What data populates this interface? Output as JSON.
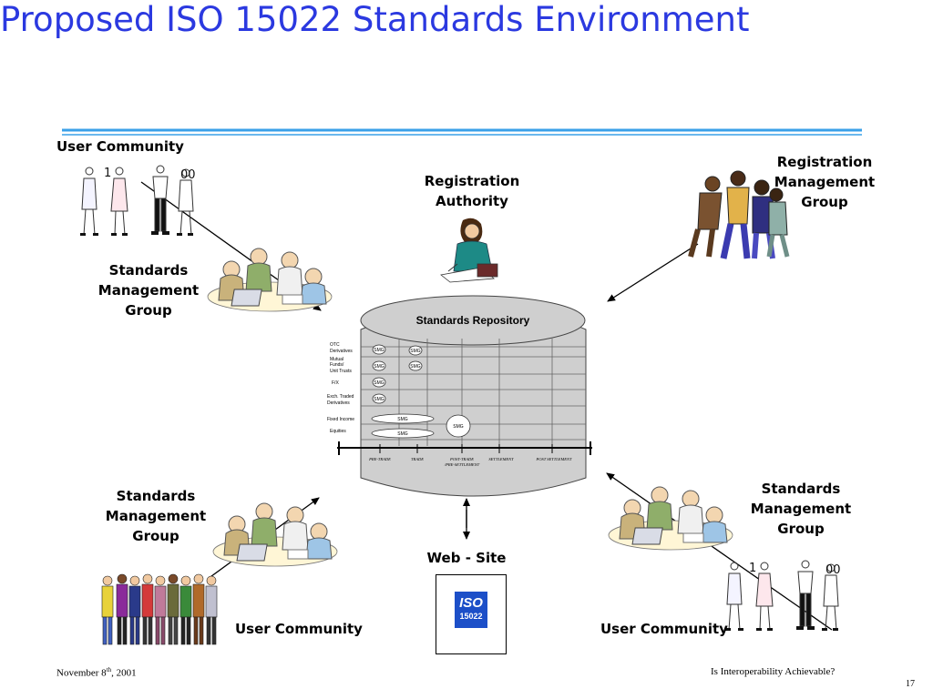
{
  "title": "Proposed ISO 15022 Standards Environment",
  "labels": {
    "user_community_top": "User Community",
    "registration_authority": [
      "Registration",
      "Authority"
    ],
    "registration_management_group": [
      "Registration",
      "Management",
      "Group"
    ],
    "smg_top_left": [
      "Standards",
      "Management",
      "Group"
    ],
    "smg_bottom_left": [
      "Standards",
      "Management",
      "Group"
    ],
    "smg_bottom_right": [
      "Standards",
      "Management",
      "Group"
    ],
    "web_site": "Web - Site",
    "user_community_bottom_left": "User Community",
    "user_community_bottom_right": "User Community"
  },
  "repository": {
    "title": "Standards Repository",
    "rows": [
      "OTC Derivatives",
      "Mutual Funds/ Unit Trusts",
      "F/X",
      "Exch. Traded Derivatives",
      "Fixed Income",
      "Equities"
    ],
    "row_label_lines": [
      [
        "OTC",
        "Derivatives"
      ],
      [
        "Mutual",
        "Funds/",
        "Unit Trusts"
      ],
      [
        "F/X"
      ],
      [
        "Exch. Traded",
        "Derivatives"
      ],
      [
        "Fixed Income"
      ],
      [
        "Equities"
      ]
    ],
    "smg_label": "SMG",
    "axis": [
      "PRE-TRADE",
      "TRADE",
      "POST-TRADE /PRE-SETTLEMENT",
      "SETTLEMENT",
      "POST SETTLEMENT"
    ]
  },
  "iso_logo": {
    "text": "ISO",
    "number": "15022"
  },
  "footer": {
    "date_prefix": "November 8",
    "date_sup": "th",
    "date_suffix": ", 2001",
    "center": "Is Interoperability Achievable?",
    "page": "17"
  },
  "colors": {
    "title": "#2b39e0",
    "rule": "#3aa0e8",
    "cylinder": "#cfcfcf",
    "iso_blue": "#1c4fc8"
  },
  "icons": [
    "people-group-icon",
    "meeting-group-icon",
    "registrar-woman-icon",
    "huddle-group-icon",
    "iso-logo-icon"
  ]
}
